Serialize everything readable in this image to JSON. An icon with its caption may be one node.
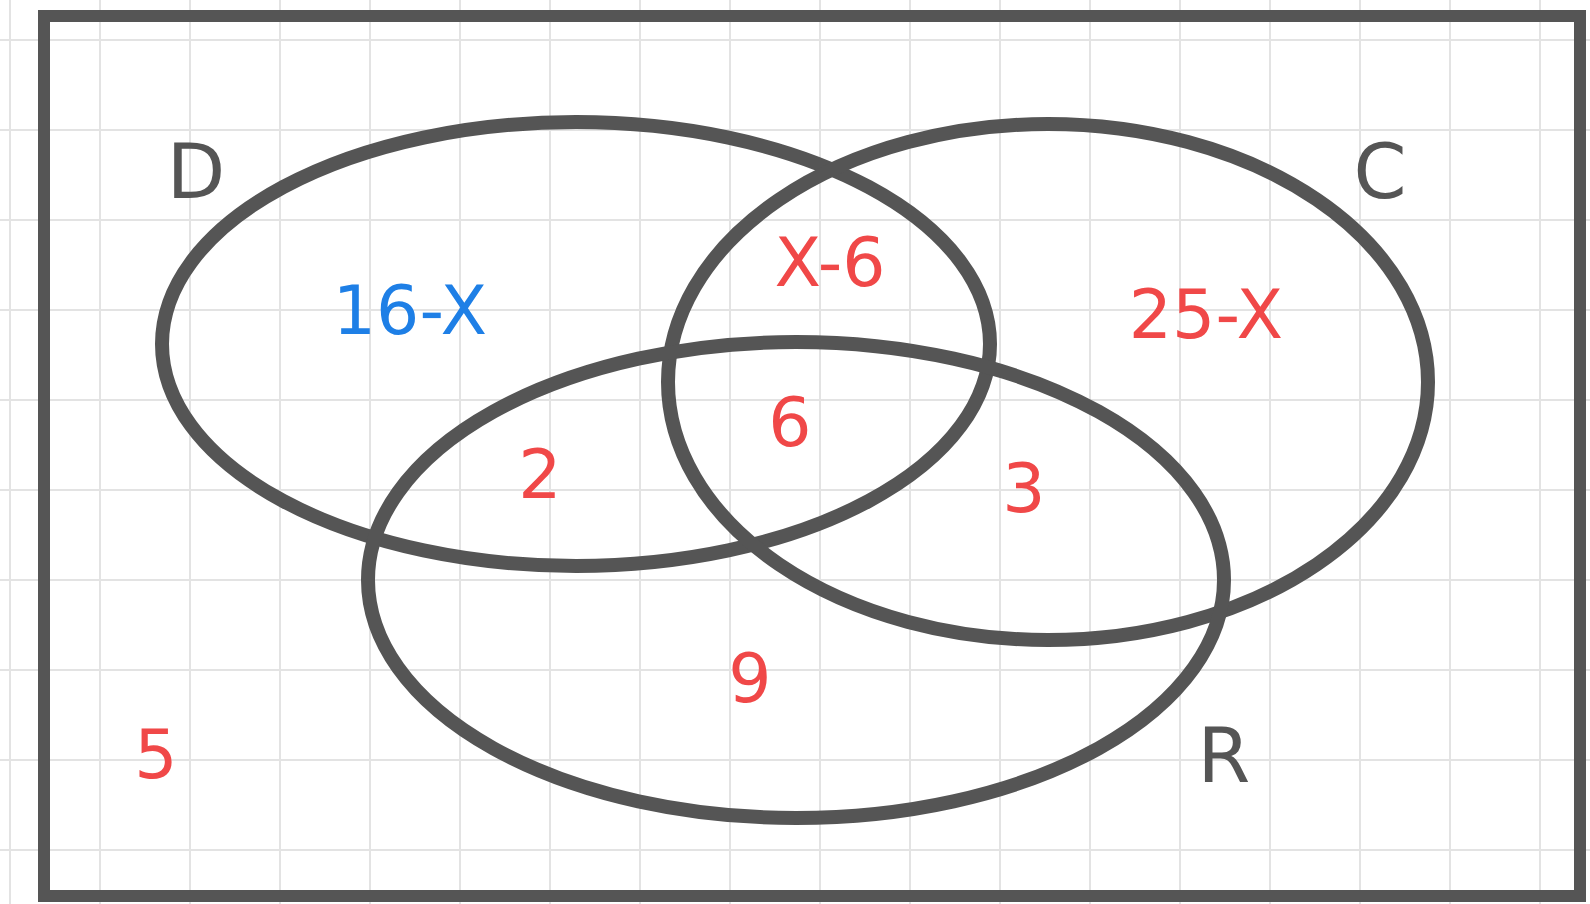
{
  "diagram": {
    "nodes": [
      {
        "text": [],
        "shape": "box"
      },
      {
        "text": [
          "D"
        ],
        "in": 0
      },
      {
        "text": [
          "C"
        ],
        "in": 0
      },
      {
        "text": [
          "R"
        ],
        "in": 0
      }
    ],
    "labels": [
      "16-X",
      "X-6",
      "25-X",
      "2",
      "6",
      "3",
      "9",
      "5"
    ]
  }
}
